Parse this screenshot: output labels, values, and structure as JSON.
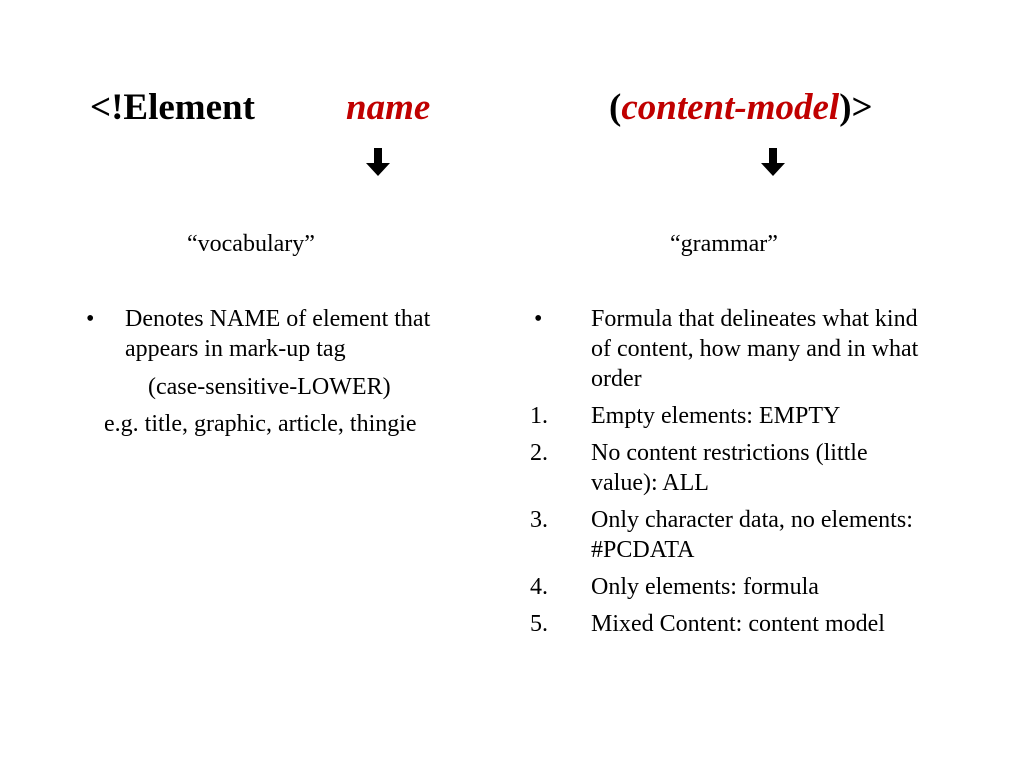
{
  "title": {
    "element": "<!Element",
    "name": "name",
    "content_open": "(",
    "content_model": "content-model",
    "content_close": ")>"
  },
  "arrows": {
    "left": "down-arrow-icon",
    "right": "down-arrow-icon"
  },
  "subheads": {
    "left": "“vocabulary”",
    "right": "“grammar”"
  },
  "left": {
    "bullet": "•",
    "text": "Denotes NAME of element that appears in mark-up tag",
    "note1": "(case-sensitive-LOWER)",
    "note2": "e.g. title, graphic, article, thingie"
  },
  "right": {
    "bullet": "•",
    "intro": "Formula that delineates what kind of content, how many and in what order",
    "items": [
      {
        "num": "1.",
        "text": "Empty elements: EMPTY"
      },
      {
        "num": "2.",
        "text": "No content restrictions  (little value): ALL"
      },
      {
        "num": "3.",
        "text": "Only character data, no elements:  #PCDATA"
      },
      {
        "num": "4.",
        "text": "Only elements: formula"
      },
      {
        "num": "5.",
        "text": "Mixed Content: content model"
      }
    ]
  },
  "colors": {
    "accent": "#c00000",
    "text": "#000000",
    "background": "#ffffff"
  }
}
